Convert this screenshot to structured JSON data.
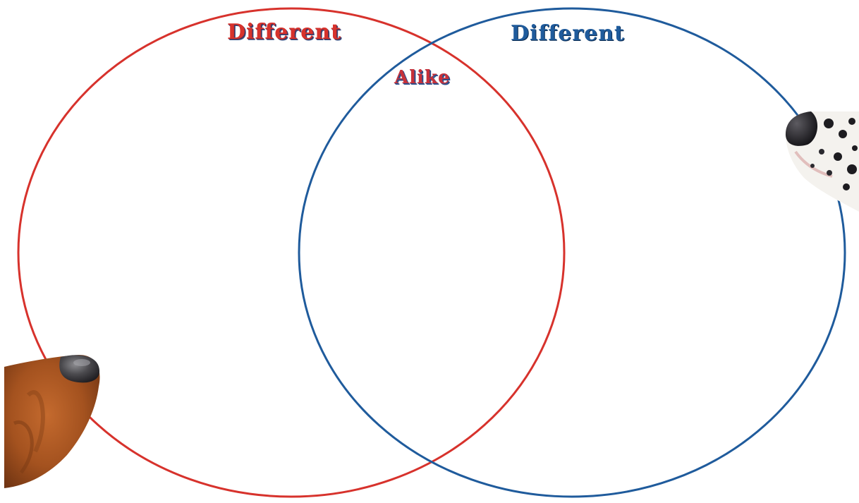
{
  "diagram": {
    "type": "venn",
    "labels": {
      "left_only": "Different",
      "right_only": "Different",
      "overlap": "Alike"
    },
    "colors": {
      "left_circle": "#d7322c",
      "right_circle": "#1f5b9c",
      "left_text": "#d7322c",
      "right_text": "#1f5b9c",
      "overlap_text": "#c7313a"
    },
    "images": {
      "left": "brown-dog-nose",
      "right": "dalmatian-nose"
    }
  }
}
